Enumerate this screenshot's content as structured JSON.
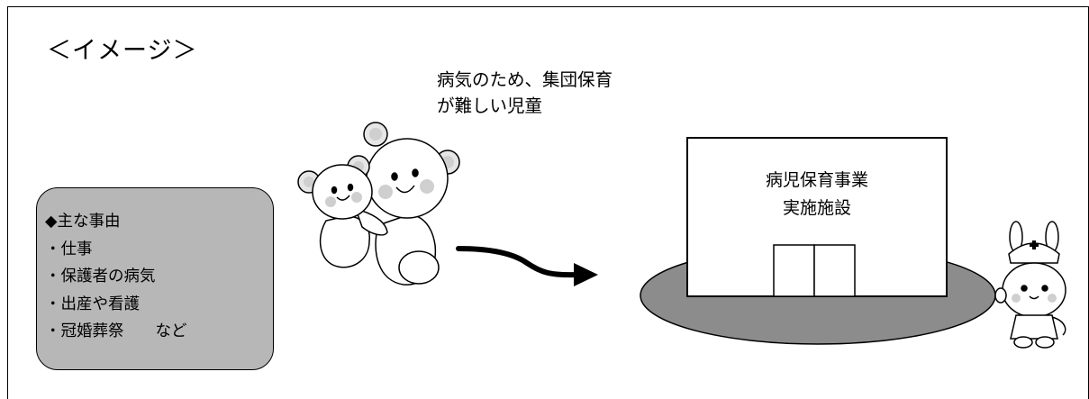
{
  "title": "＜イメージ＞",
  "caption": {
    "line1": "病気のため、集団保育",
    "line2": "が難しい児童"
  },
  "reasons_box": {
    "heading": "◆主な事由",
    "items": [
      "・仕事",
      "・保護者の病気",
      "・出産や看護",
      "・冠婚葬祭　　など"
    ]
  },
  "facility": {
    "line1": "病児保育事業",
    "line2": "実施施設"
  },
  "colors": {
    "reasons_fill": "#b7b7b7",
    "ground_fill": "#8c8c8c",
    "line": "#000000"
  }
}
